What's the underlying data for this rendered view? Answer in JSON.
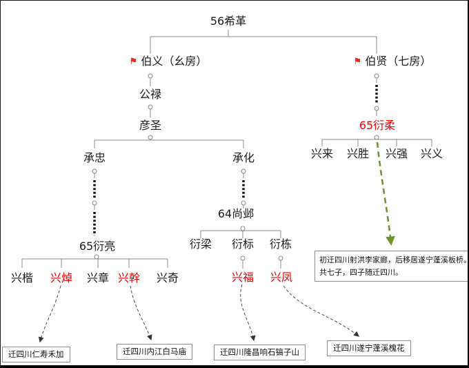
{
  "colors": {
    "highlight_red": "#ee0000",
    "flag_red": "#e8281e",
    "tree_line_gray": "#888888",
    "dotted_black": "#111111",
    "arrow_green": "#6f9430",
    "dashed_arrow_black": "#444444"
  },
  "icons": {
    "flag": "⚑"
  },
  "nodes": {
    "root": "56希革",
    "boyi": "伯义（幺房）",
    "boxian": "伯贤（七房）",
    "gonglu": "公禄",
    "yansheng": "彦圣",
    "chengzhong": "承忠",
    "chenghua": "承化",
    "yanrou": "65衍柔",
    "xinglai": "兴来",
    "xingsheng": "兴胜",
    "xingqiang": "兴强",
    "xingyi": "兴义",
    "shangye": "64尚邺",
    "yanliang_son1": "衍梁",
    "yanbiao": "衍标",
    "yandong": "衍栋",
    "yanliang": "65衍亮",
    "xingkai": "兴楷",
    "xingzhuo": "兴焯",
    "xingzhang": "兴章",
    "xinggan": "兴幹",
    "xingqi": "兴奇",
    "xingfu": "兴福",
    "xingfeng": "兴凤"
  },
  "note": {
    "line1": "初迁四川射洪李家廊，后移居遂宁蓬溪板桥。",
    "line2": "共七子，四子随迁四川。"
  },
  "migrations": [
    {
      "label": "迁四川仁寿禾加"
    },
    {
      "label": "迁四川内江白马庙"
    },
    {
      "label": "迁四川隆昌响石镐子山"
    },
    {
      "label": "迁四川遂宁蓬溪槐花"
    }
  ]
}
